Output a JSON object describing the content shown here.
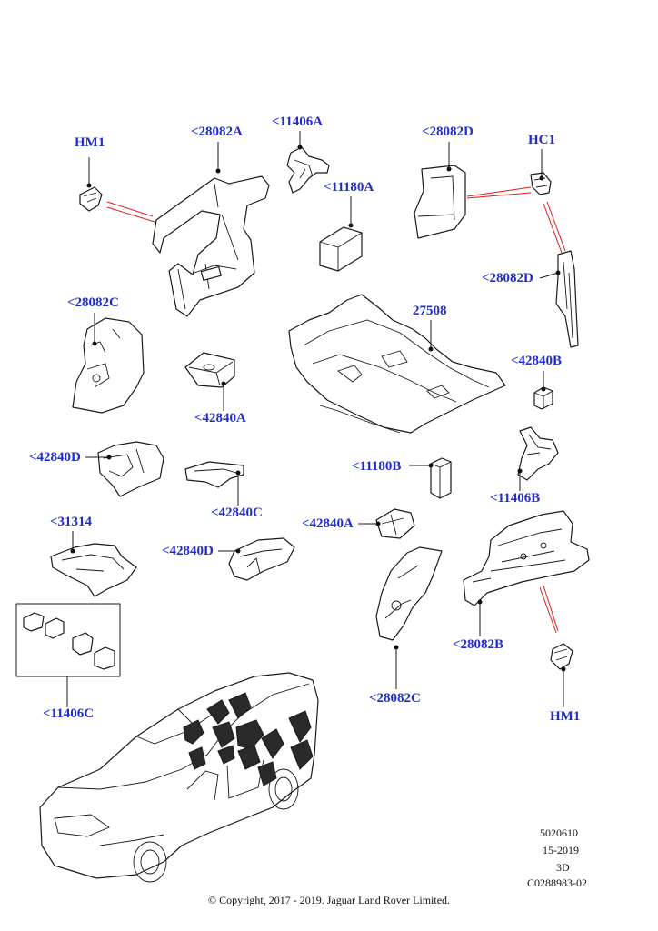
{
  "callouts": {
    "hm1_top": "HM1",
    "c28082A": "<28082A",
    "c11406A": "<11406A",
    "c11180A": "<11180A",
    "c28082D_top": "<28082D",
    "hc1": "HC1",
    "c28082D_side": "<28082D",
    "c28082C_top": "<28082C",
    "c27508": "27508",
    "c42840B": "<42840B",
    "c42840A_top": "<42840A",
    "c42840D_left": "<42840D",
    "c42840C": "<42840C",
    "c11180B": "<11180B",
    "c11406B": "<11406B",
    "c31314": "<31314",
    "c42840A_mid": "<42840A",
    "c42840D_mid": "<42840D",
    "c28082B": "<28082B",
    "c11406C": "<11406C",
    "c28082C_bottom": "<28082C",
    "hm1_bottom": "HM1"
  },
  "meta": {
    "code1": "5020610",
    "code2": "15-2019",
    "code3": "3D",
    "code4": "C0288983-02"
  },
  "copyright": "© Copyright, 2017 - 2019. Jaguar Land Rover Limited.",
  "colors": {
    "callout_text": "#1f2ccf",
    "reference_line": "#e01b1b",
    "insulation_fill": "#111111"
  }
}
